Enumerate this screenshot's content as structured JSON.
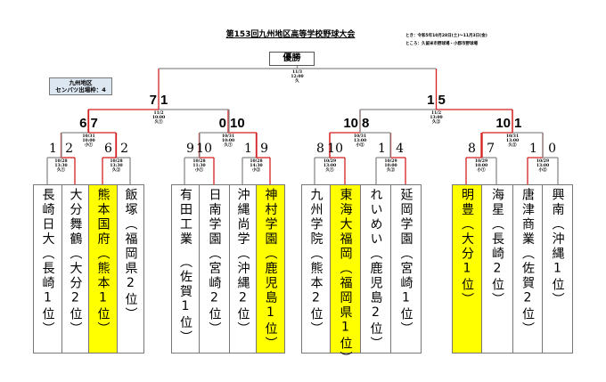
{
  "header": {
    "title": "第153回九州地区高等学校野球大会",
    "dates": "とき：令和5年10月28日(土)～11月3日(金)",
    "venues": "ところ：久留米市野球場・小郡市野球場"
  },
  "champion_label": "優勝",
  "info_box": {
    "line1": "九州地区",
    "line2": "センバツ出場枠：4"
  },
  "colors": {
    "winner_line": "#d42020",
    "loser_line": "#8a8a8a",
    "highlight": "#ffff00",
    "info_bg": "#dde7f2"
  },
  "teams": [
    {
      "name": "長崎日大（長崎1位）",
      "highlighted": false
    },
    {
      "name": "大分舞鶴（大分2位）",
      "highlighted": false
    },
    {
      "name": "熊本国府（熊本1位）",
      "highlighted": true
    },
    {
      "name": "飯塚（福岡県2位）",
      "highlighted": false
    },
    {
      "name": "有田工業　（佐賀1位）",
      "highlighted": false
    },
    {
      "name": "日南学園（宮崎2位）",
      "highlighted": false
    },
    {
      "name": "沖縄尚学（沖縄2位）",
      "highlighted": false
    },
    {
      "name": "神村学園（鹿児島1位）",
      "highlighted": true
    },
    {
      "name": "九州学院（熊本2位）",
      "highlighted": false
    },
    {
      "name": "東海大福岡（福岡県1位）",
      "highlighted": true
    },
    {
      "name": "れいめい（鹿児島2位）",
      "highlighted": false
    },
    {
      "name": "延岡学園（宮崎1位）",
      "highlighted": false
    },
    {
      "name": "明豊（大分1位）",
      "highlighted": true
    },
    {
      "name": "海星（長崎2位）",
      "highlighted": false
    },
    {
      "name": "唐津商業（佐賀2位）",
      "highlighted": false
    },
    {
      "name": "興南（沖縄1位）",
      "highlighted": false
    }
  ],
  "matches": [
    {
      "round": 1,
      "scores": [
        "1",
        "2"
      ],
      "date": "10/28\n13:30\n久①"
    },
    {
      "round": 1,
      "scores": [
        "6",
        "2"
      ],
      "date": "10/28\n13:30\n久②"
    },
    {
      "round": 1,
      "scores": [
        "9",
        "10"
      ],
      "date": "10/28\n11:30\n小①"
    },
    {
      "round": 1,
      "scores": [
        "1",
        "9"
      ],
      "date": "10/28\n14:30\n小②"
    },
    {
      "round": 1,
      "scores": [
        "8",
        "10"
      ],
      "date": "10/29\n13:00\n久①"
    },
    {
      "round": 1,
      "scores": [
        "1",
        "4"
      ],
      "date": "10/29\n10:00\n久②"
    },
    {
      "round": 1,
      "scores": [
        "8",
        "7"
      ],
      "date": "10/29\n10:00\n小①"
    },
    {
      "round": 1,
      "scores": [
        "1",
        "0"
      ],
      "date": "10/29\n13:00\n小②"
    },
    {
      "round": 2,
      "scores": [
        "6",
        "7"
      ],
      "date": "10/31\n10:00\n小①"
    },
    {
      "round": 2,
      "scores": [
        "0",
        "10"
      ],
      "date": "10/31\n10:00\n久①"
    },
    {
      "round": 2,
      "scores": [
        "10",
        "8"
      ],
      "date": "10/31\n13:00\n小②"
    },
    {
      "round": 2,
      "scores": [
        "10",
        "1"
      ],
      "date": "10/31\n13:00\n久②"
    },
    {
      "round": 3,
      "scores": [
        "7",
        "1"
      ],
      "date": "11/2\n10:00\n久①"
    },
    {
      "round": 3,
      "scores": [
        "1",
        "5"
      ],
      "date": "11/2\n13:00\n久②"
    },
    {
      "round": 4,
      "scores": [
        "",
        ""
      ],
      "date": "11/3\n12:00\n久"
    }
  ]
}
